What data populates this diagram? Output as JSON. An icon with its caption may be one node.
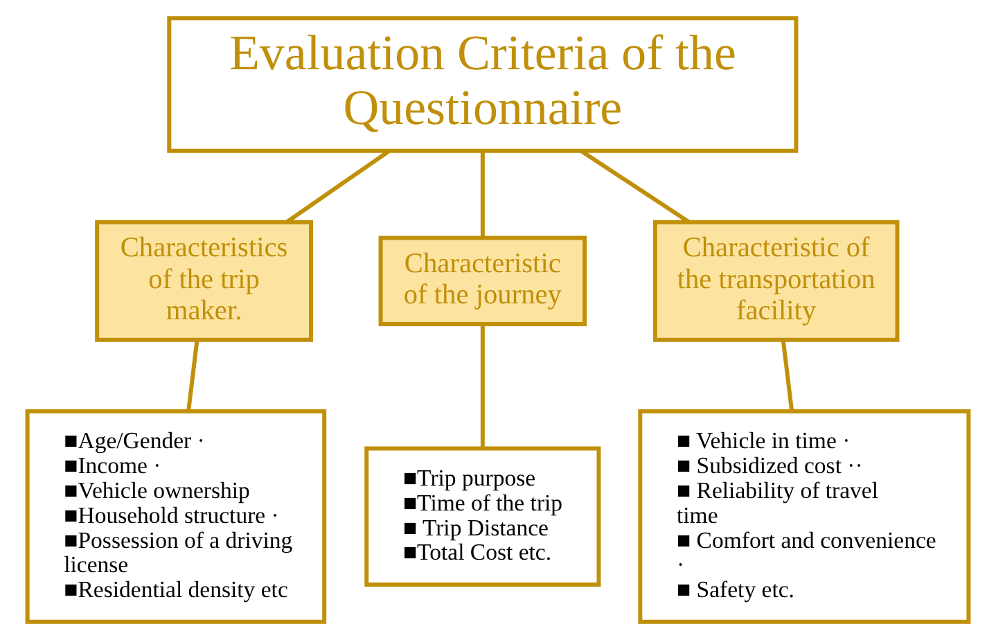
{
  "diagram": {
    "nodes": [
      {
        "text": [
          "Evaluation Criteria of the Questionnaire"
        ]
      },
      {
        "text": [
          "Characteristics of the trip maker."
        ]
      },
      {
        "text": [
          "Characteristic of the journey"
        ]
      },
      {
        "text": [
          "Characteristic of the transportation facility"
        ]
      },
      {
        "text": [
          "■Age/Gender ·",
          "■Income ·",
          "■Vehicle ownership",
          "■Household structure ·",
          "■Possession of a driving license",
          "■Residential density etc"
        ]
      },
      {
        "text": [
          "■Trip purpose",
          "■Time of the trip",
          "■ Trip Distance",
          "■Total Cost etc."
        ]
      },
      {
        "text": [
          "■ Vehicle in time ·",
          "■ Subsidized cost ··",
          "■ Reliability of travel time",
          "■ Comfort and convenience ·",
          "■ Safety etc."
        ]
      }
    ],
    "edges": [
      {
        "from": 0,
        "to": 1,
        "arrow": "none"
      },
      {
        "from": 0,
        "to": 2,
        "arrow": "none"
      },
      {
        "from": 0,
        "to": 3,
        "arrow": "none"
      },
      {
        "from": 1,
        "to": 4,
        "arrow": "none"
      },
      {
        "from": 2,
        "to": 5,
        "arrow": "none"
      },
      {
        "from": 3,
        "to": 6,
        "arrow": "none"
      }
    ]
  }
}
